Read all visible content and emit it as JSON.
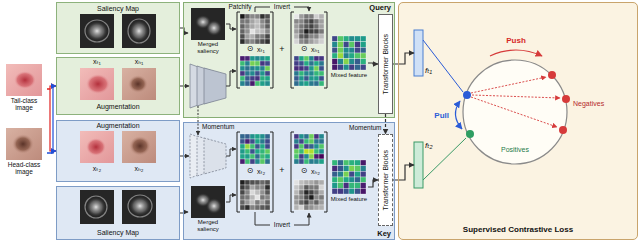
{
  "diagram": {
    "nodes": [
      {
        "text": [
          "Tail-class image"
        ]
      },
      {
        "text": [
          "Head-class image"
        ]
      },
      {
        "text": [
          "Saliency Map"
        ]
      },
      {
        "text": [
          "Augmentation"
        ]
      },
      {
        "text": [
          "Augmentation"
        ]
      },
      {
        "text": [
          "Saliency Map"
        ]
      },
      {
        "text": [
          "Query"
        ]
      },
      {
        "text": [
          "Merged saliency"
        ],
        "in": 6
      },
      {
        "text": [
          "Mixed feature"
        ],
        "in": 6
      },
      {
        "text": [
          "Transformer Blocks"
        ],
        "in": 6
      },
      {
        "text": [
          "Key"
        ]
      },
      {
        "text": [
          "Merged saliency"
        ],
        "in": 10
      },
      {
        "text": [
          "Mixed feature"
        ],
        "in": 10
      },
      {
        "text": [
          "Transformer Blocks"
        ],
        "in": 10
      },
      {
        "text": [
          "Supervised Contrastive Loss"
        ]
      },
      {
        "text": [
          "fₜ₁"
        ],
        "in": 14
      },
      {
        "text": [
          "fₜ₂"
        ],
        "in": 14
      }
    ],
    "edges": [
      {
        "from": 0,
        "to": 3,
        "arrow": "to"
      },
      {
        "from": 0,
        "to": 4,
        "arrow": "to"
      },
      {
        "from": 1,
        "to": 3,
        "arrow": "to"
      },
      {
        "from": 1,
        "to": 4,
        "arrow": "to"
      },
      {
        "from": 2,
        "to": 7,
        "arrow": "to"
      },
      {
        "from": 5,
        "to": 11,
        "arrow": "to"
      },
      {
        "from": 8,
        "to": 9,
        "arrow": "to"
      },
      {
        "from": 12,
        "to": 13,
        "arrow": "to"
      },
      {
        "from": 9,
        "to": 13,
        "label": "Momentum",
        "arrow": "to"
      },
      {
        "from": 9,
        "to": 15,
        "arrow": "to"
      },
      {
        "from": 13,
        "to": 16,
        "arrow": "to"
      }
    ],
    "labels": [
      "xₜ₁",
      "xₕ₁",
      "xₜ₂",
      "xₕ₂",
      "Patchify",
      "Invert",
      "⊙",
      "xₜ₁",
      "+",
      "⊙",
      "xₕ₁",
      "Momentum",
      "⊙",
      "xₜ₂",
      "+",
      "⊙",
      "xₕ₂",
      "Invert",
      "Pull",
      "Push",
      "Positives",
      "Negatives"
    ]
  }
}
